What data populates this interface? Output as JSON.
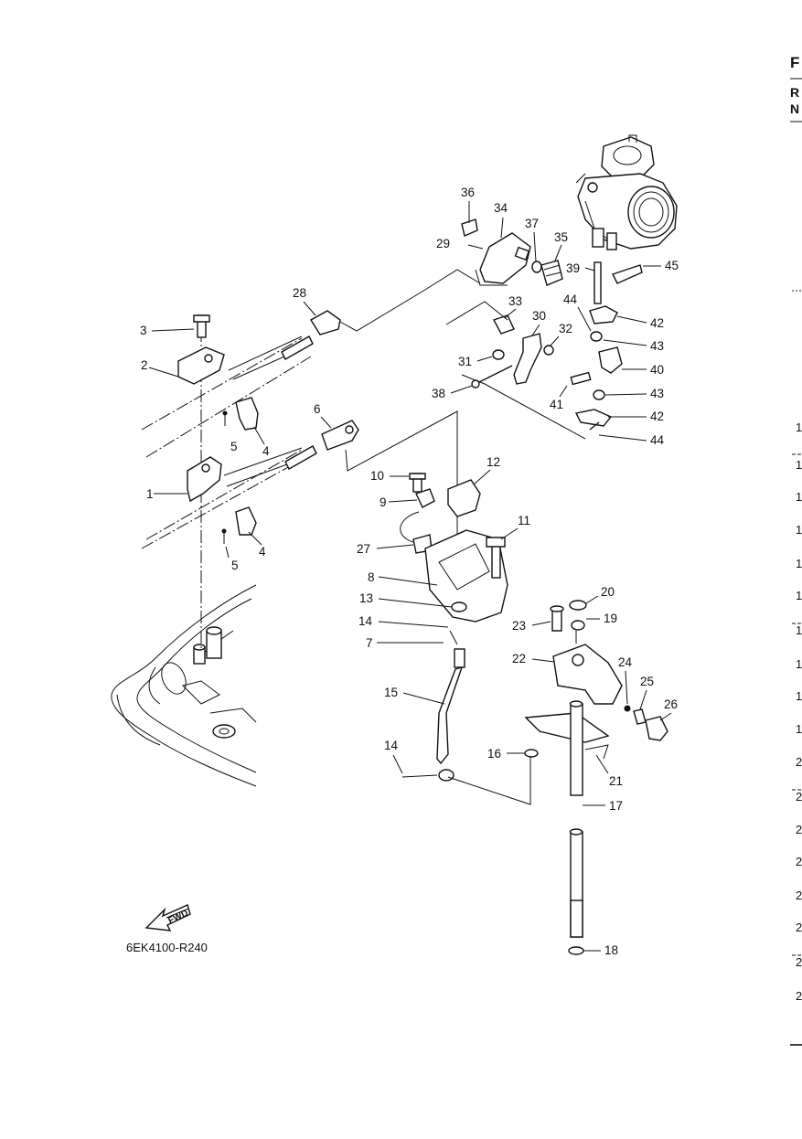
{
  "diagram": {
    "drawing_code": "6EK4100-R240",
    "fwd_label": "FWD",
    "callouts": [
      "1",
      "2",
      "3",
      "4",
      "4",
      "5",
      "5",
      "6",
      "7",
      "8",
      "9",
      "10",
      "11",
      "12",
      "13",
      "14",
      "14",
      "15",
      "16",
      "17",
      "18",
      "19",
      "20",
      "21",
      "22",
      "23",
      "24",
      "25",
      "26",
      "27",
      "28",
      "29",
      "30",
      "31",
      "32",
      "33",
      "34",
      "35",
      "36",
      "37",
      "38",
      "39",
      "40",
      "41",
      "42",
      "42",
      "43",
      "43",
      "44",
      "44",
      "45"
    ]
  },
  "right_edge": {
    "header_letters": [
      "F",
      "R",
      "N"
    ],
    "row_digits": [
      "1",
      "1",
      "1",
      "1",
      "1",
      "1",
      "1",
      "1",
      "1",
      "1",
      "2",
      "2",
      "2",
      "2",
      "2",
      "2",
      "2",
      "2"
    ]
  }
}
